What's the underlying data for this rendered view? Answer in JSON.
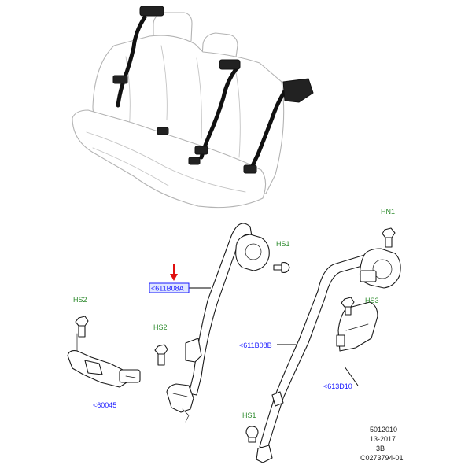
{
  "colors": {
    "green_label": "#2e8b2e",
    "blue_label": "#1a1aff",
    "highlight_bg": "#dfe6ff",
    "highlight_border": "#1a1aff",
    "pointer_arrow": "#e01010"
  },
  "callouts": {
    "hn1": "HN1",
    "hs1_top": "HS1",
    "hs1_bottom": "HS1",
    "hs2_left": "HS2",
    "hs2_center": "HS2",
    "hs3": "HS3",
    "ref_611b08a": "<611B08A",
    "ref_611b08b": "<611B08B",
    "ref_613d10": "<613D10",
    "ref_60045": "<60045"
  },
  "info_block": {
    "line1": "5012010",
    "line2": "13-2017",
    "line3": "3B",
    "line4": "C0273794-01"
  }
}
